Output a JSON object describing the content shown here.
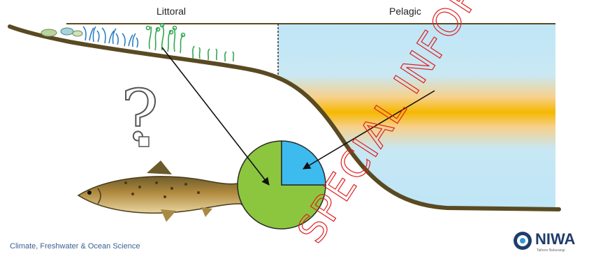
{
  "zones": {
    "littoral": "Littoral",
    "pelagic": "Pelagic"
  },
  "question_glyph": "?",
  "footer_text": "Climate, Freshwater & Ocean Science",
  "logo": {
    "name": "NIWA",
    "tagline": "Taihoro Nukurangi"
  },
  "watermark_text": "SPECIAL INFORMATION",
  "chart_data": {
    "type": "pie",
    "title": "",
    "slices": [
      {
        "label": "",
        "value": 75,
        "color": "#8cc63f"
      },
      {
        "label": "",
        "value": 25,
        "color": "#3dbbee"
      }
    ]
  },
  "colors": {
    "shoreline": "#5a4a22",
    "pelagic_water": "#bfe6f7",
    "pelagic_band": "#f5b800",
    "littoral_plants": "#2fa84f",
    "seagrass": "#2d7fc4",
    "pie_green": "#8cc63f",
    "pie_blue": "#3dbbee",
    "watermark": "#e02020",
    "brand": "#1f3d6b",
    "footer": "#3a5f93"
  }
}
